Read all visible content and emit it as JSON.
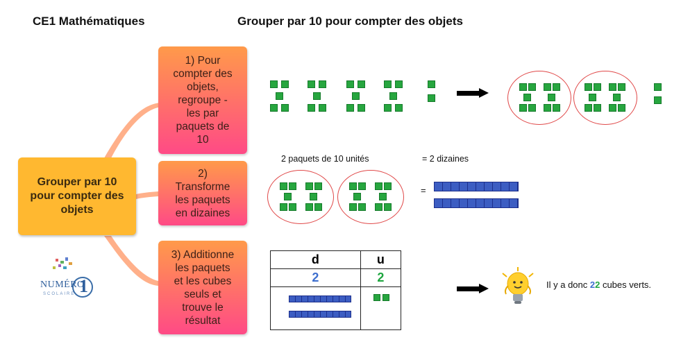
{
  "header": {
    "subject": "CE1 Mathématiques",
    "title": "Grouper par 10 pour compter des objets"
  },
  "center": {
    "text": "Grouper par 10 pour compter des objets"
  },
  "steps": [
    {
      "text": "1) Pour\ncompter des\nobjets,\nregroupe -\nles par\npaquets de\n10"
    },
    {
      "text": "2)\nTransforme\nles paquets\nen dizaines"
    },
    {
      "text": "3) Additionne\nles paquets\net les cubes\nseuls et\ntrouve le\nrésultat"
    }
  ],
  "logo": {
    "name": "NUMÉRO",
    "number": "1",
    "sub": "SCOLAIRE"
  },
  "row2": {
    "packets_label": "2 paquets de 10 unités",
    "equals_label": "= 2 dizaines",
    "equals_sign": "="
  },
  "table": {
    "col_d": "d",
    "col_u": "u",
    "val_d": "2",
    "val_u": "2"
  },
  "result": {
    "prefix": "Il y a donc ",
    "number": "22",
    "suffix": " cubes verts."
  },
  "colors": {
    "cube": "#27a63f",
    "rod": "#3c5dc2",
    "tens_digit": "#3e6fcf",
    "units_digit": "#1fa640",
    "ellipse": "#e04848"
  }
}
